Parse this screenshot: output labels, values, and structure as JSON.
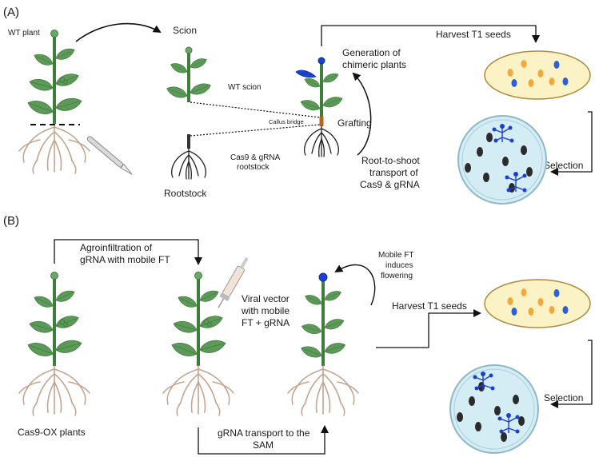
{
  "panel_a": {
    "panel_label": "(A)",
    "wt_plant": "WT plant",
    "scion": "Scion",
    "wt_scion": "WT scion",
    "callus_bridge": "Callus bridge",
    "rootstock_label_line1": "Cas9 & gRNA",
    "rootstock_label_line2": "rootstock",
    "rootstock": "Rootstock",
    "grafting": "Grafting",
    "generation_line1": "Generation of",
    "generation_line2": "chimeric plants",
    "transport_line1": "Root-to-shoot",
    "transport_line2": "transport of",
    "transport_line3": "Cas9 & gRNA",
    "harvest": "Harvest T1 seeds",
    "selection": "Selection"
  },
  "panel_b": {
    "panel_label": "(B)",
    "agro_line1": "Agroinfiltration of",
    "agro_line2": "gRNA with mobile FT",
    "viral_line1": "Viral vector",
    "viral_line2": "with mobile",
    "viral_line3": "FT + gRNA",
    "mobile_line1": "Mobile FT",
    "mobile_line2": "induces",
    "mobile_line3": "flowering",
    "harvest": "Harvest T1 seeds",
    "cas9_ox": "Cas9-OX plants",
    "grna_line1": "gRNA transport to the",
    "grna_line2": "SAM",
    "selection": "Selection"
  },
  "colors": {
    "leaf": "#5d9a5a",
    "stem": "#3f7d3c",
    "root": "#c4a48f",
    "root_dark": "#222222",
    "seed_orange": "#f2a93b",
    "seed_blue": "#2f5fd6",
    "seed_black": "#2b2b2b",
    "tray": "#fbf2c6",
    "dish": "#d4ecf4",
    "accent_blue": "#1b3fcf"
  }
}
